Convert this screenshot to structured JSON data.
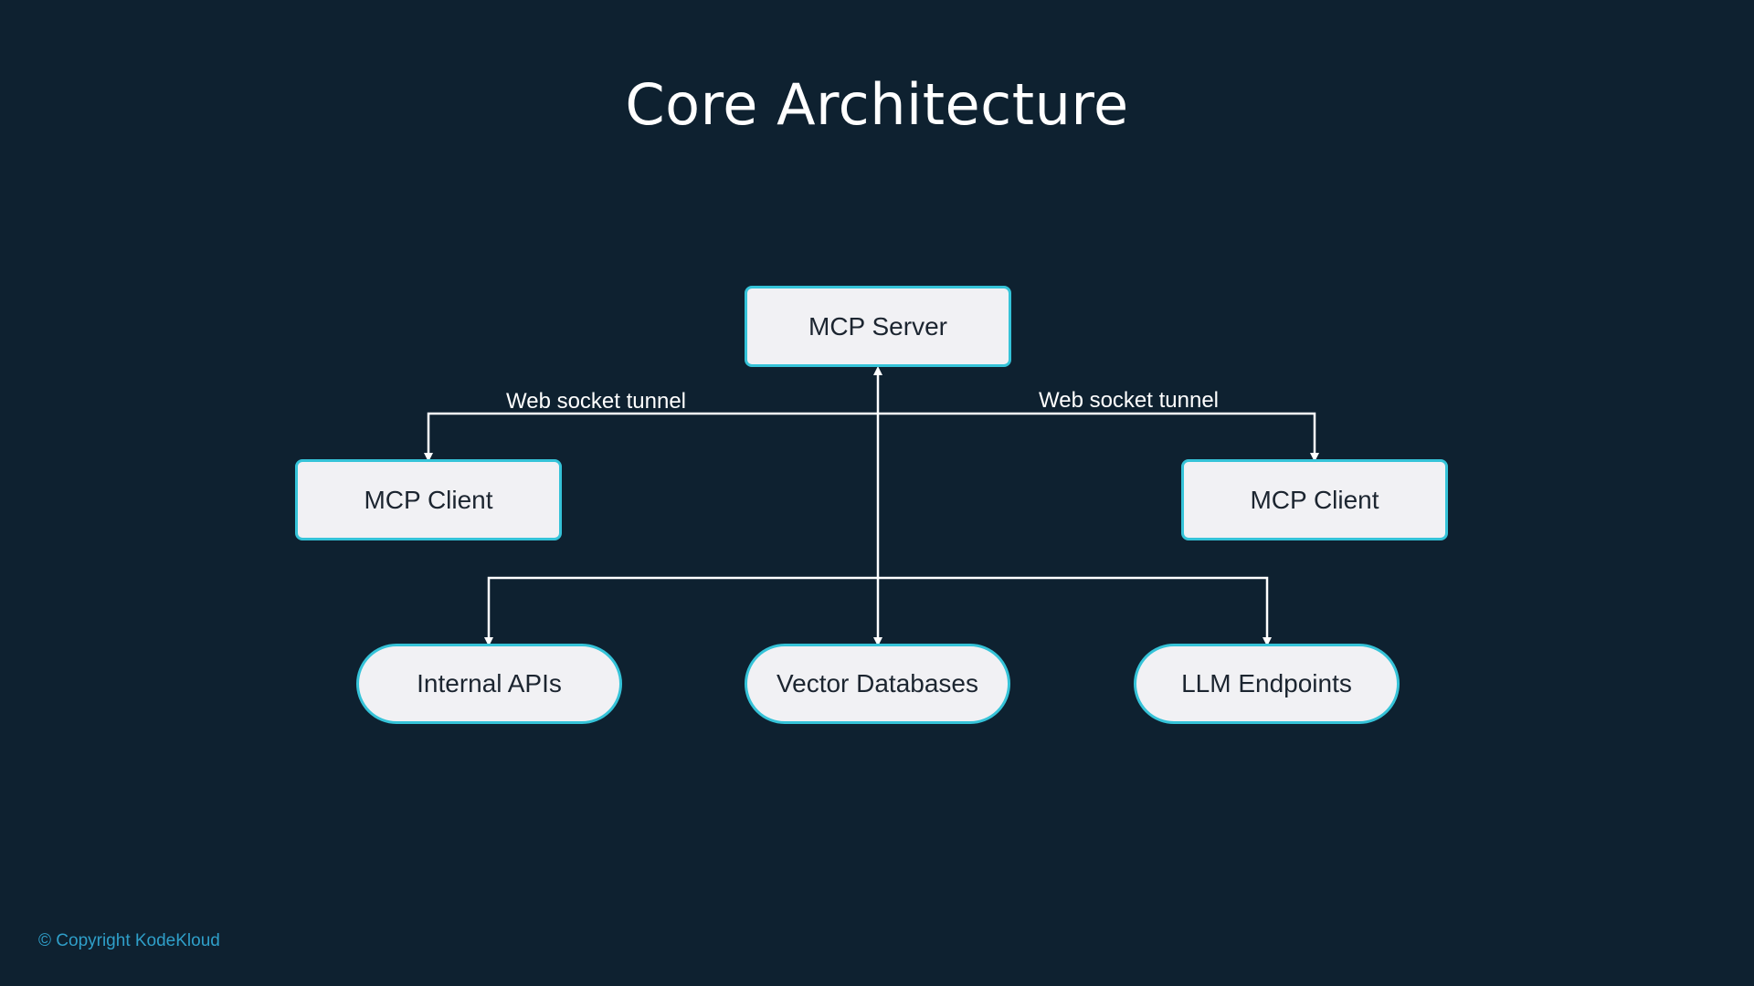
{
  "slide": {
    "title": "Core Architecture",
    "copyright": "© Copyright KodeKloud"
  },
  "nodes": {
    "server": "MCP Server",
    "client_left": "MCP Client",
    "client_right": "MCP Client",
    "internal_apis": "Internal APIs",
    "vector_databases": "Vector Databases",
    "llm_endpoints": "LLM Endpoints"
  },
  "edges": {
    "left_label": "Web socket tunnel",
    "right_label": "Web socket tunnel"
  },
  "colors": {
    "background": "#0e2130",
    "node_fill": "#f1f1f4",
    "node_border": "#35c3d8",
    "connector": "#ffffff",
    "copyright": "#2f9fc9"
  }
}
